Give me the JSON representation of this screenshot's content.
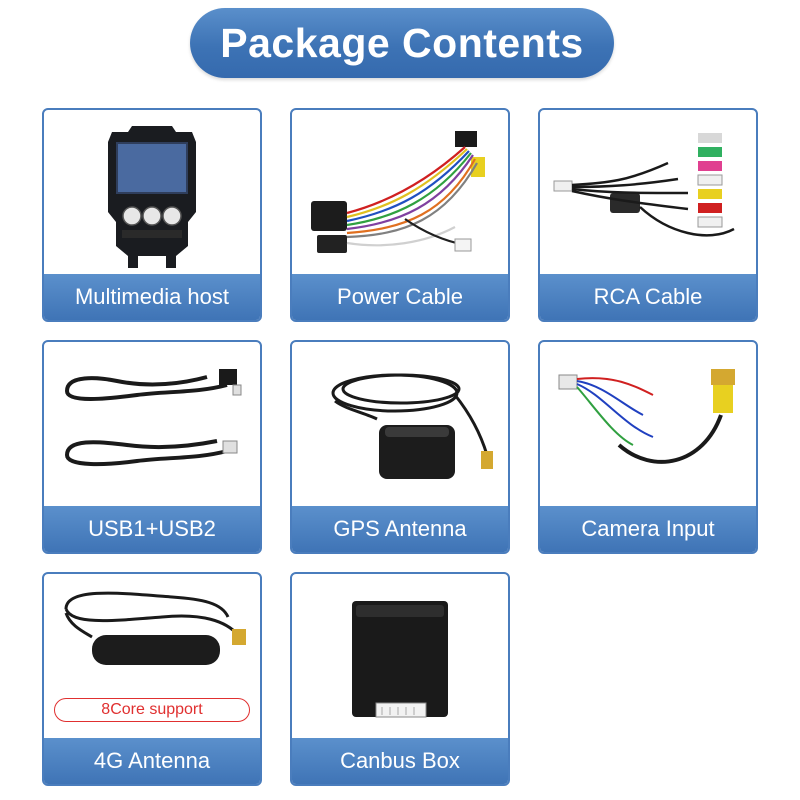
{
  "title": "Package Contents",
  "items": [
    {
      "label": "Multimedia host",
      "icon": "multimedia-host-icon"
    },
    {
      "label": "Power Cable",
      "icon": "power-cable-icon"
    },
    {
      "label": "RCA Cable",
      "icon": "rca-cable-icon"
    },
    {
      "label": "USB1+USB2",
      "icon": "usb-cable-icon"
    },
    {
      "label": "GPS Antenna",
      "icon": "gps-antenna-icon"
    },
    {
      "label": "Camera Input",
      "icon": "camera-input-icon"
    },
    {
      "label": "4G Antenna",
      "icon": "4g-antenna-icon",
      "badge": "8Core support"
    },
    {
      "label": "Canbus Box",
      "icon": "canbus-box-icon"
    }
  ],
  "colors": {
    "accent": "#4a7dbd",
    "badge": "#e03030"
  }
}
